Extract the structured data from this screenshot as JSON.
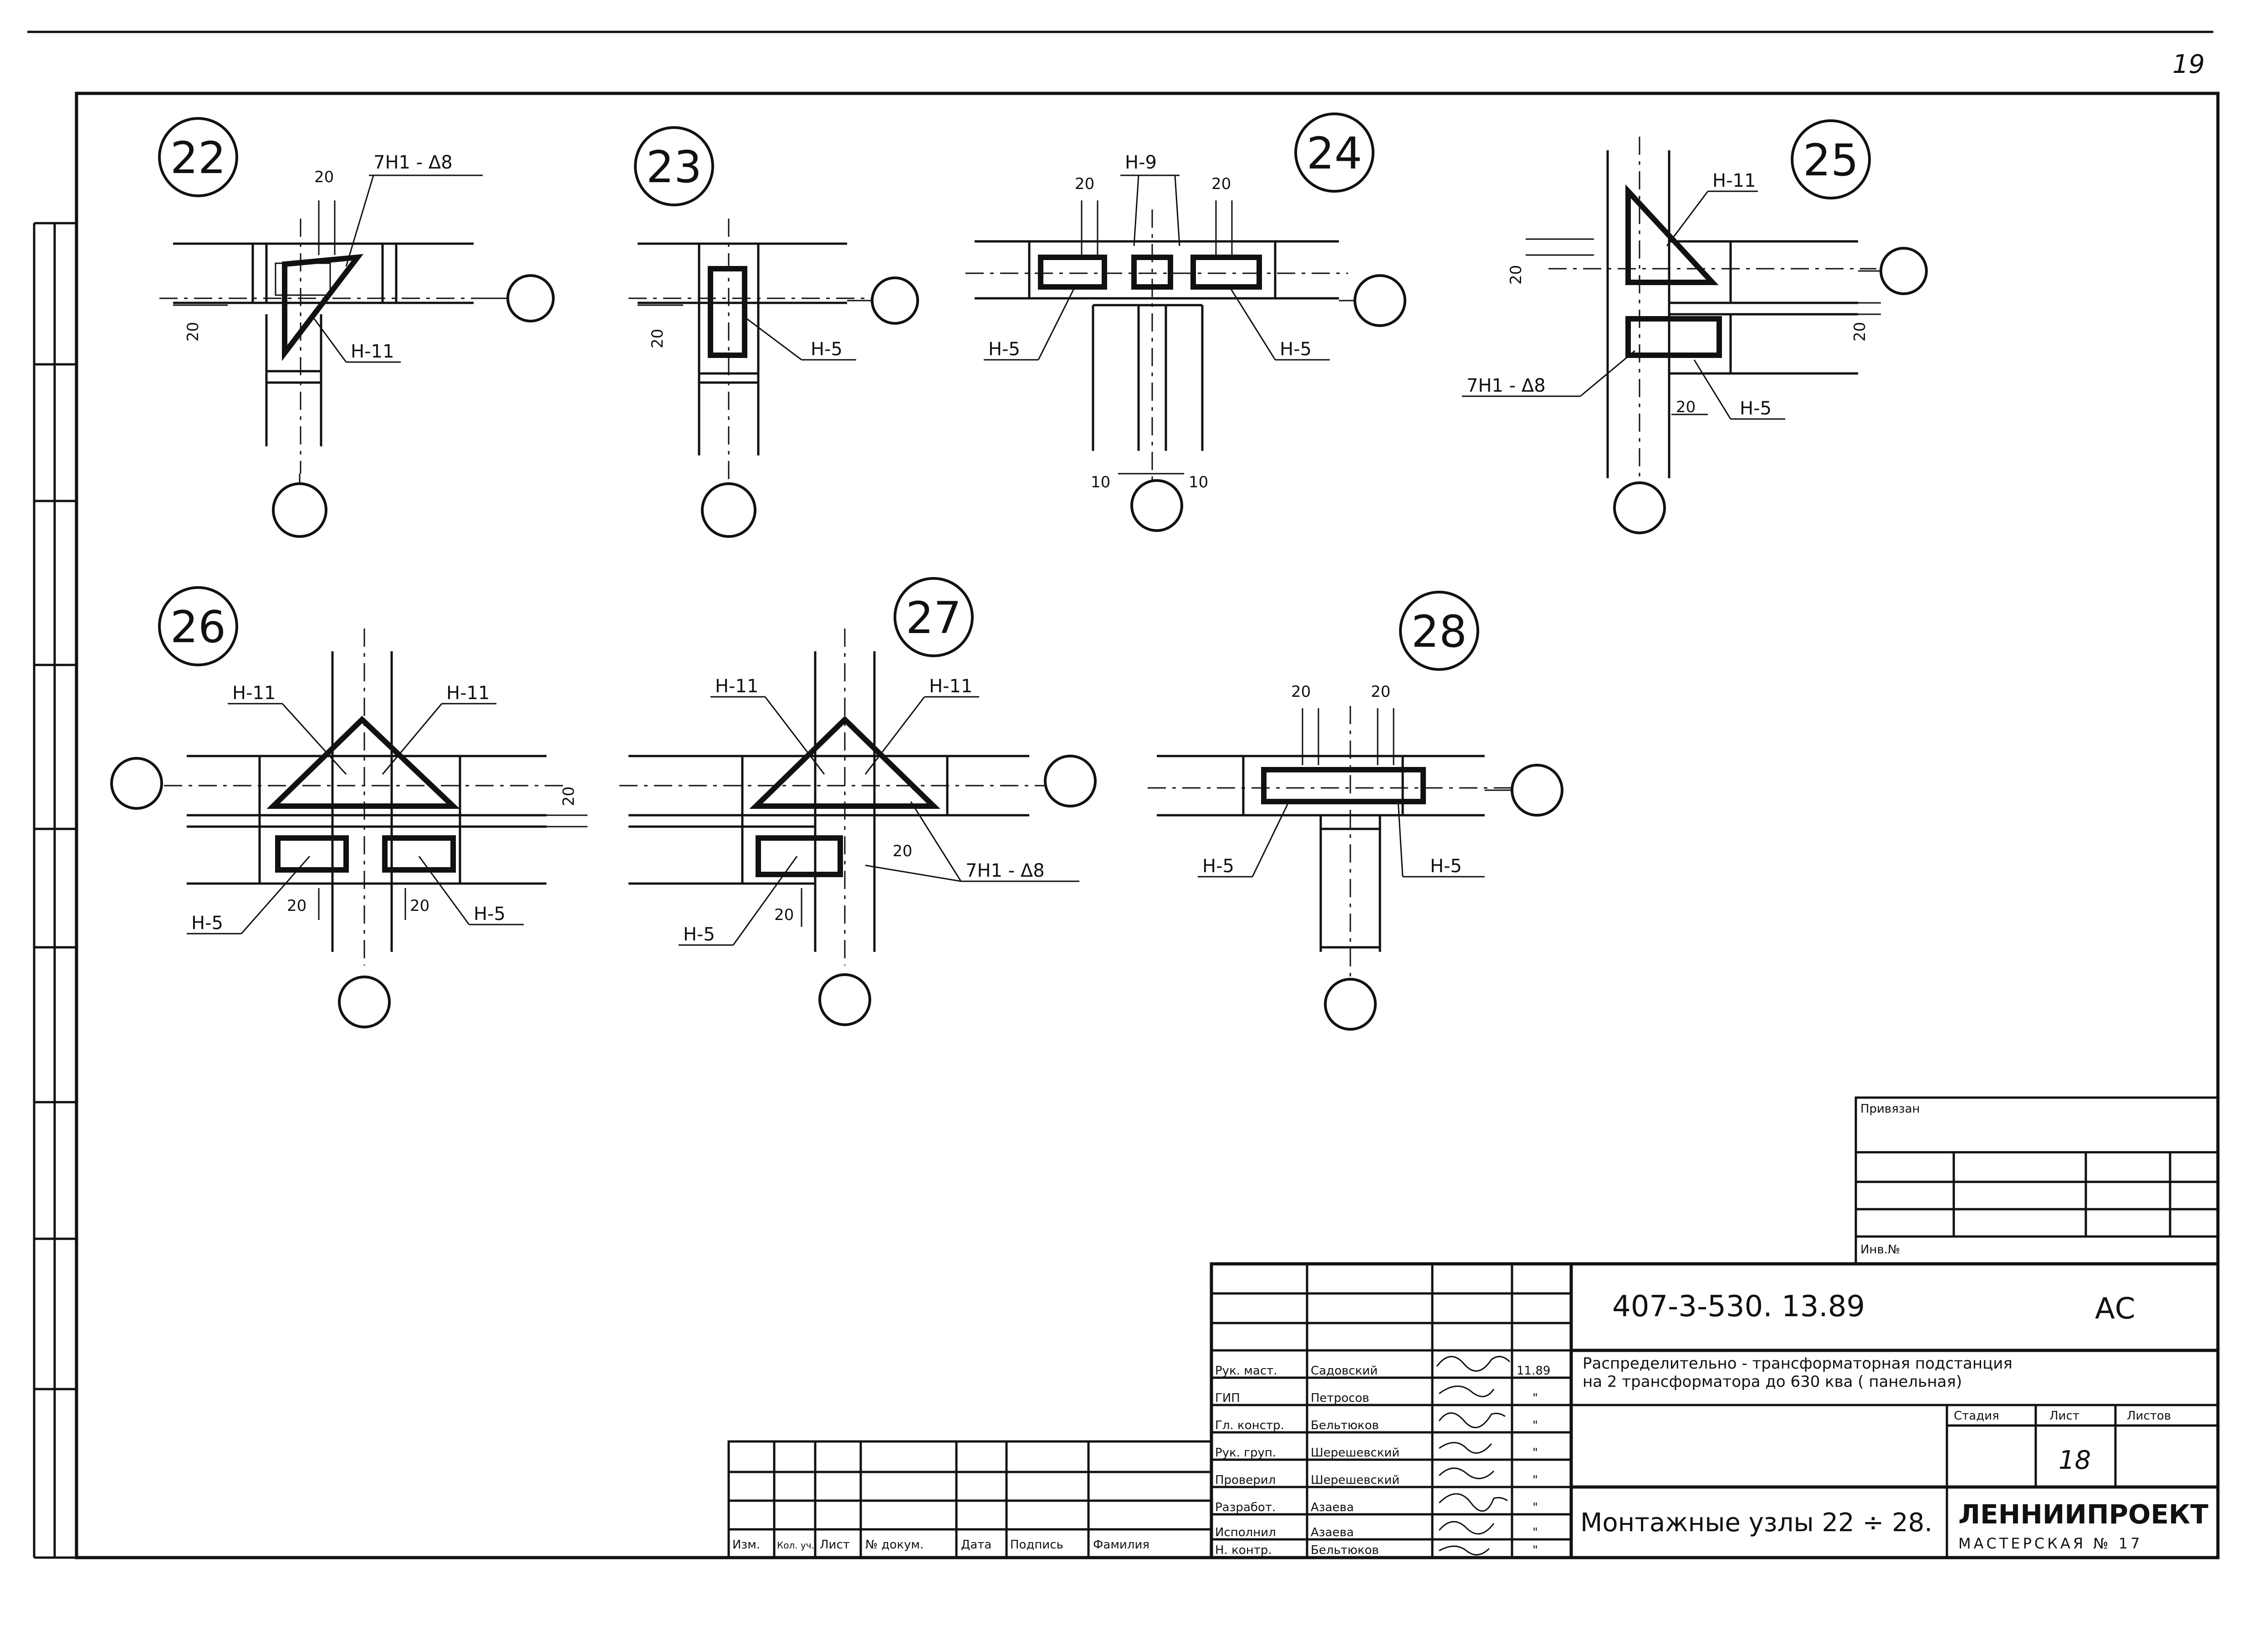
{
  "page_number": "19",
  "nodes": [
    {
      "id": "n22",
      "number": "22",
      "labels": [
        "7Н1 - Δ8",
        "Н-11"
      ],
      "dims": [
        "20",
        "20"
      ]
    },
    {
      "id": "n23",
      "number": "23",
      "labels": [
        "Н-5"
      ],
      "dims": [
        "20"
      ]
    },
    {
      "id": "n24",
      "number": "24",
      "labels": [
        "Н-9",
        "Н-5",
        "Н-5"
      ],
      "dims": [
        "20",
        "20",
        "10",
        "10"
      ]
    },
    {
      "id": "n25",
      "number": "25",
      "labels": [
        "Н-11",
        "7Н1 - Δ8",
        "Н-5"
      ],
      "dims": [
        "20",
        "20",
        "20"
      ]
    },
    {
      "id": "n26",
      "number": "26",
      "labels": [
        "Н-11",
        "Н-11",
        "Н-5",
        "Н-5"
      ],
      "dims": [
        "20",
        "20",
        "20"
      ]
    },
    {
      "id": "n27",
      "number": "27",
      "labels": [
        "Н-11",
        "Н-11",
        "7Н1 - Δ8",
        "Н-5"
      ],
      "dims": [
        "20",
        "20"
      ]
    },
    {
      "id": "n28",
      "number": "28",
      "labels": [
        "Н-5",
        "Н-5"
      ],
      "dims": [
        "20",
        "20"
      ]
    }
  ],
  "approval_block": {
    "tied_label": "Привязан",
    "inv_label": "Инв.№"
  },
  "revision_table": {
    "headers": [
      "Изм.",
      "Кол. уч.",
      "Лист",
      "№ докум.",
      "Дата",
      "Подпись",
      "Фамилия"
    ]
  },
  "title_block": {
    "document_code": "407-3-530. 13.89",
    "mark": "АС",
    "project_title_line1": "Распределительно - трансформаторная подстанция",
    "project_title_line2": "на 2 трансформатора до 630 ква ( панельная)",
    "sheet_title": "Монтажные узлы 22 ÷ 28.",
    "stage_label": "Стадия",
    "sheet_label": "Лист",
    "sheets_label": "Листов",
    "stage_value": "",
    "sheet_value": "18",
    "sheets_value": "",
    "organization": "ЛЕННИИПРОЕКТ",
    "workshop": "МАСТЕРСКАЯ № 17",
    "signatures": [
      {
        "role": "Рук. маст.",
        "name": "Садовский",
        "date": "11.89"
      },
      {
        "role": "ГИП",
        "name": "Петросов",
        "date": "\""
      },
      {
        "role": "Гл. констр.",
        "name": "Бельтюков",
        "date": "\""
      },
      {
        "role": "Рук. груп.",
        "name": "Шерешевский",
        "date": "\""
      },
      {
        "role": "Проверил",
        "name": "Шерешевский",
        "date": "\""
      },
      {
        "role": "Разработ.",
        "name": "Азаева",
        "date": "\""
      },
      {
        "role": "Исполнил",
        "name": "Азаева",
        "date": "\""
      },
      {
        "role": "Н. контр.",
        "name": "Бельтюков",
        "date": "\""
      }
    ]
  }
}
